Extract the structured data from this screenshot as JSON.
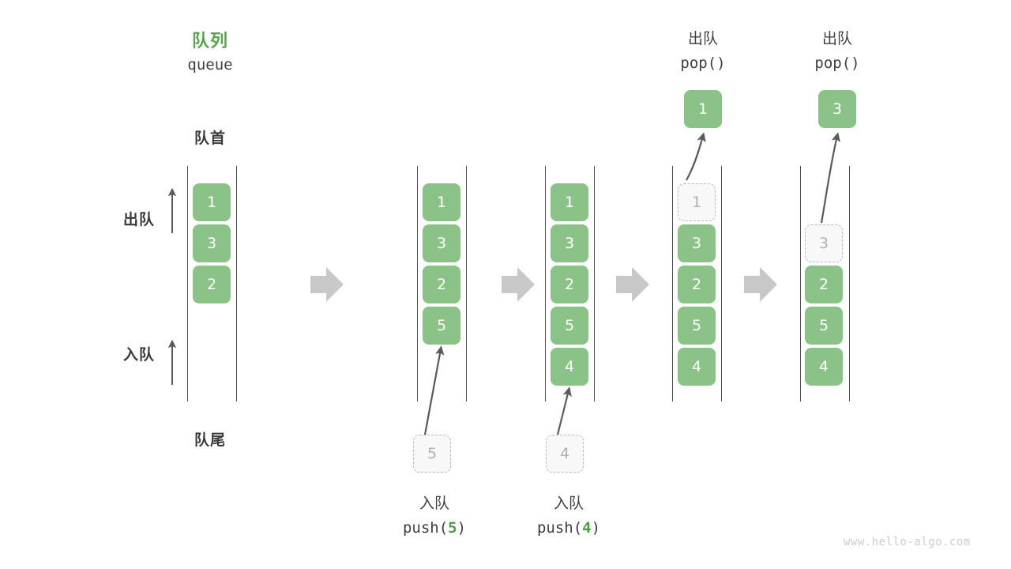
{
  "figure": {
    "title_cn": "队列",
    "title_en": "queue",
    "front_label": "队首",
    "rear_label": "队尾",
    "dequeue_side_label": "出队",
    "enqueue_side_label": "入队",
    "watermark": "www.hello-algo.com",
    "colors": {
      "element": "#8ac287",
      "title": "#5ca254",
      "ghost_border": "#b9b9b9",
      "ghost_text": "#b0b0b0",
      "rail": "#4d4d4d",
      "flow_arrow": "#c8c8c8",
      "thin_arrow": "#5a5a5a",
      "text": "#3a3a3a",
      "watermark": "#cccccc"
    }
  },
  "steps": [
    {
      "id": "initial",
      "cells": [
        {
          "value": "1",
          "state": "filled"
        },
        {
          "value": "3",
          "state": "filled"
        },
        {
          "value": "2",
          "state": "filled"
        }
      ]
    },
    {
      "id": "push-5",
      "op_cn": "入队",
      "op_code_prefix": "push(",
      "op_code_arg": "5",
      "op_code_suffix": ")",
      "incoming_value": "5",
      "cells": [
        {
          "value": "1",
          "state": "filled"
        },
        {
          "value": "3",
          "state": "filled"
        },
        {
          "value": "2",
          "state": "filled"
        },
        {
          "value": "5",
          "state": "filled"
        }
      ]
    },
    {
      "id": "push-4",
      "op_cn": "入队",
      "op_code_prefix": "push(",
      "op_code_arg": "4",
      "op_code_suffix": ")",
      "incoming_value": "4",
      "cells": [
        {
          "value": "1",
          "state": "filled"
        },
        {
          "value": "3",
          "state": "filled"
        },
        {
          "value": "2",
          "state": "filled"
        },
        {
          "value": "5",
          "state": "filled"
        },
        {
          "value": "4",
          "state": "filled"
        }
      ]
    },
    {
      "id": "pop-1",
      "op_cn": "出队",
      "op_code": "pop()",
      "popped_value": "1",
      "cells": [
        {
          "value": "1",
          "state": "ghost"
        },
        {
          "value": "3",
          "state": "filled"
        },
        {
          "value": "2",
          "state": "filled"
        },
        {
          "value": "5",
          "state": "filled"
        },
        {
          "value": "4",
          "state": "filled"
        }
      ]
    },
    {
      "id": "pop-3",
      "op_cn": "出队",
      "op_code": "pop()",
      "popped_value": "3",
      "cells": [
        {
          "value": "",
          "state": "empty"
        },
        {
          "value": "3",
          "state": "ghost"
        },
        {
          "value": "2",
          "state": "filled"
        },
        {
          "value": "5",
          "state": "filled"
        },
        {
          "value": "4",
          "state": "filled"
        }
      ]
    }
  ],
  "flow_arrows": [
    "flow-1",
    "flow-2",
    "flow-3",
    "flow-4"
  ]
}
